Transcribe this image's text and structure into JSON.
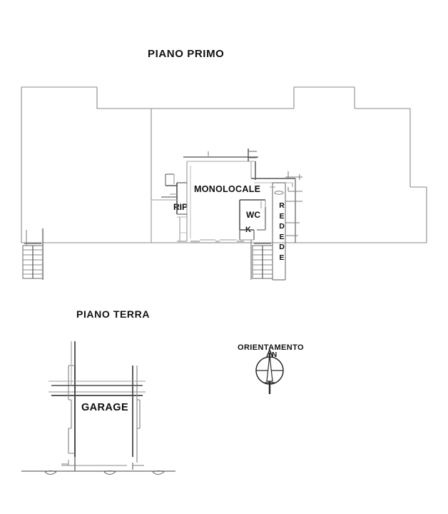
{
  "document": {
    "type": "floor-plan",
    "language": "it"
  },
  "sections": {
    "first_floor": {
      "title": "PIANO PRIMO",
      "rooms": [
        {
          "key": "monolocale",
          "label": "MONOLOCALE"
        },
        {
          "key": "rip",
          "label": "RIP"
        },
        {
          "key": "wc",
          "label": "WC"
        },
        {
          "key": "k",
          "label": "K"
        }
      ],
      "vertical_label": {
        "key": "rededede",
        "label": "REDEDE",
        "letters": [
          "R",
          "E",
          "D",
          "E",
          "D",
          "E"
        ]
      }
    },
    "ground_floor": {
      "title": "PIANO TERRA",
      "rooms": [
        {
          "key": "garage",
          "label": "GARAGE"
        }
      ]
    },
    "orientation": {
      "title": "ORIENTAMENTO",
      "north_label": "N"
    }
  },
  "colors": {
    "background": "#ffffff",
    "outline": "#8a8a8a",
    "wall_dark": "#3a3a3a",
    "wall_mid": "#6e6e6e",
    "wall_light": "#b5b5b5",
    "text": "#111111"
  }
}
